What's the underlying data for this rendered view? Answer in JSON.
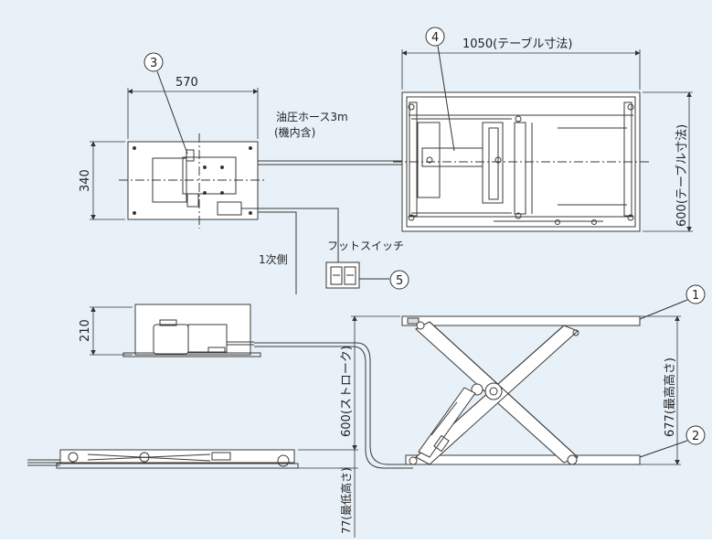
{
  "diagram": {
    "colors": {
      "background": "#e8f1f8",
      "line": "#3a3a3a",
      "panel": "#ffffff"
    },
    "dimensions": {
      "power_unit_width": "570",
      "power_unit_depth": "340",
      "power_unit_height": "210",
      "table_length": "1050(テーブル寸法)",
      "table_width": "600(テーブル寸法)",
      "stroke": "600(ストローク)",
      "max_height": "677(最高高さ)",
      "min_height": "77(最低高さ)"
    },
    "labels": {
      "hydraulic_hose": "油圧ホース3m",
      "hose_note": "(機内含)",
      "foot_switch": "フットスイッチ",
      "primary_side": "1次側"
    },
    "callouts": [
      "1",
      "2",
      "3",
      "4",
      "5"
    ]
  }
}
